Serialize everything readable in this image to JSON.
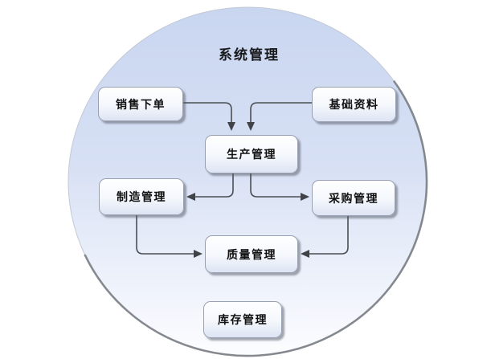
{
  "diagram": {
    "title": "系统管理",
    "nodes": [
      {
        "id": "sales-order",
        "label": "销售下单"
      },
      {
        "id": "basic-data",
        "label": "基础资料"
      },
      {
        "id": "production",
        "label": "生产管理"
      },
      {
        "id": "manufacturing",
        "label": "制造管理"
      },
      {
        "id": "purchasing",
        "label": "采购管理"
      },
      {
        "id": "quality",
        "label": "质量管理"
      },
      {
        "id": "inventory",
        "label": "库存管理"
      }
    ],
    "edges": [
      {
        "from": "sales-order",
        "to": "production"
      },
      {
        "from": "basic-data",
        "to": "production"
      },
      {
        "from": "production",
        "to": "manufacturing"
      },
      {
        "from": "production",
        "to": "purchasing"
      },
      {
        "from": "manufacturing",
        "to": "quality"
      },
      {
        "from": "purchasing",
        "to": "quality"
      }
    ],
    "colors": {
      "background": "#ffffff",
      "circle_top": "#cbd7f0",
      "circle_bottom": "#fcfdff",
      "circle_edge": "#767a80",
      "box_border": "#98a0b2",
      "arrow": "#4b4e53",
      "text": "#111111"
    }
  }
}
